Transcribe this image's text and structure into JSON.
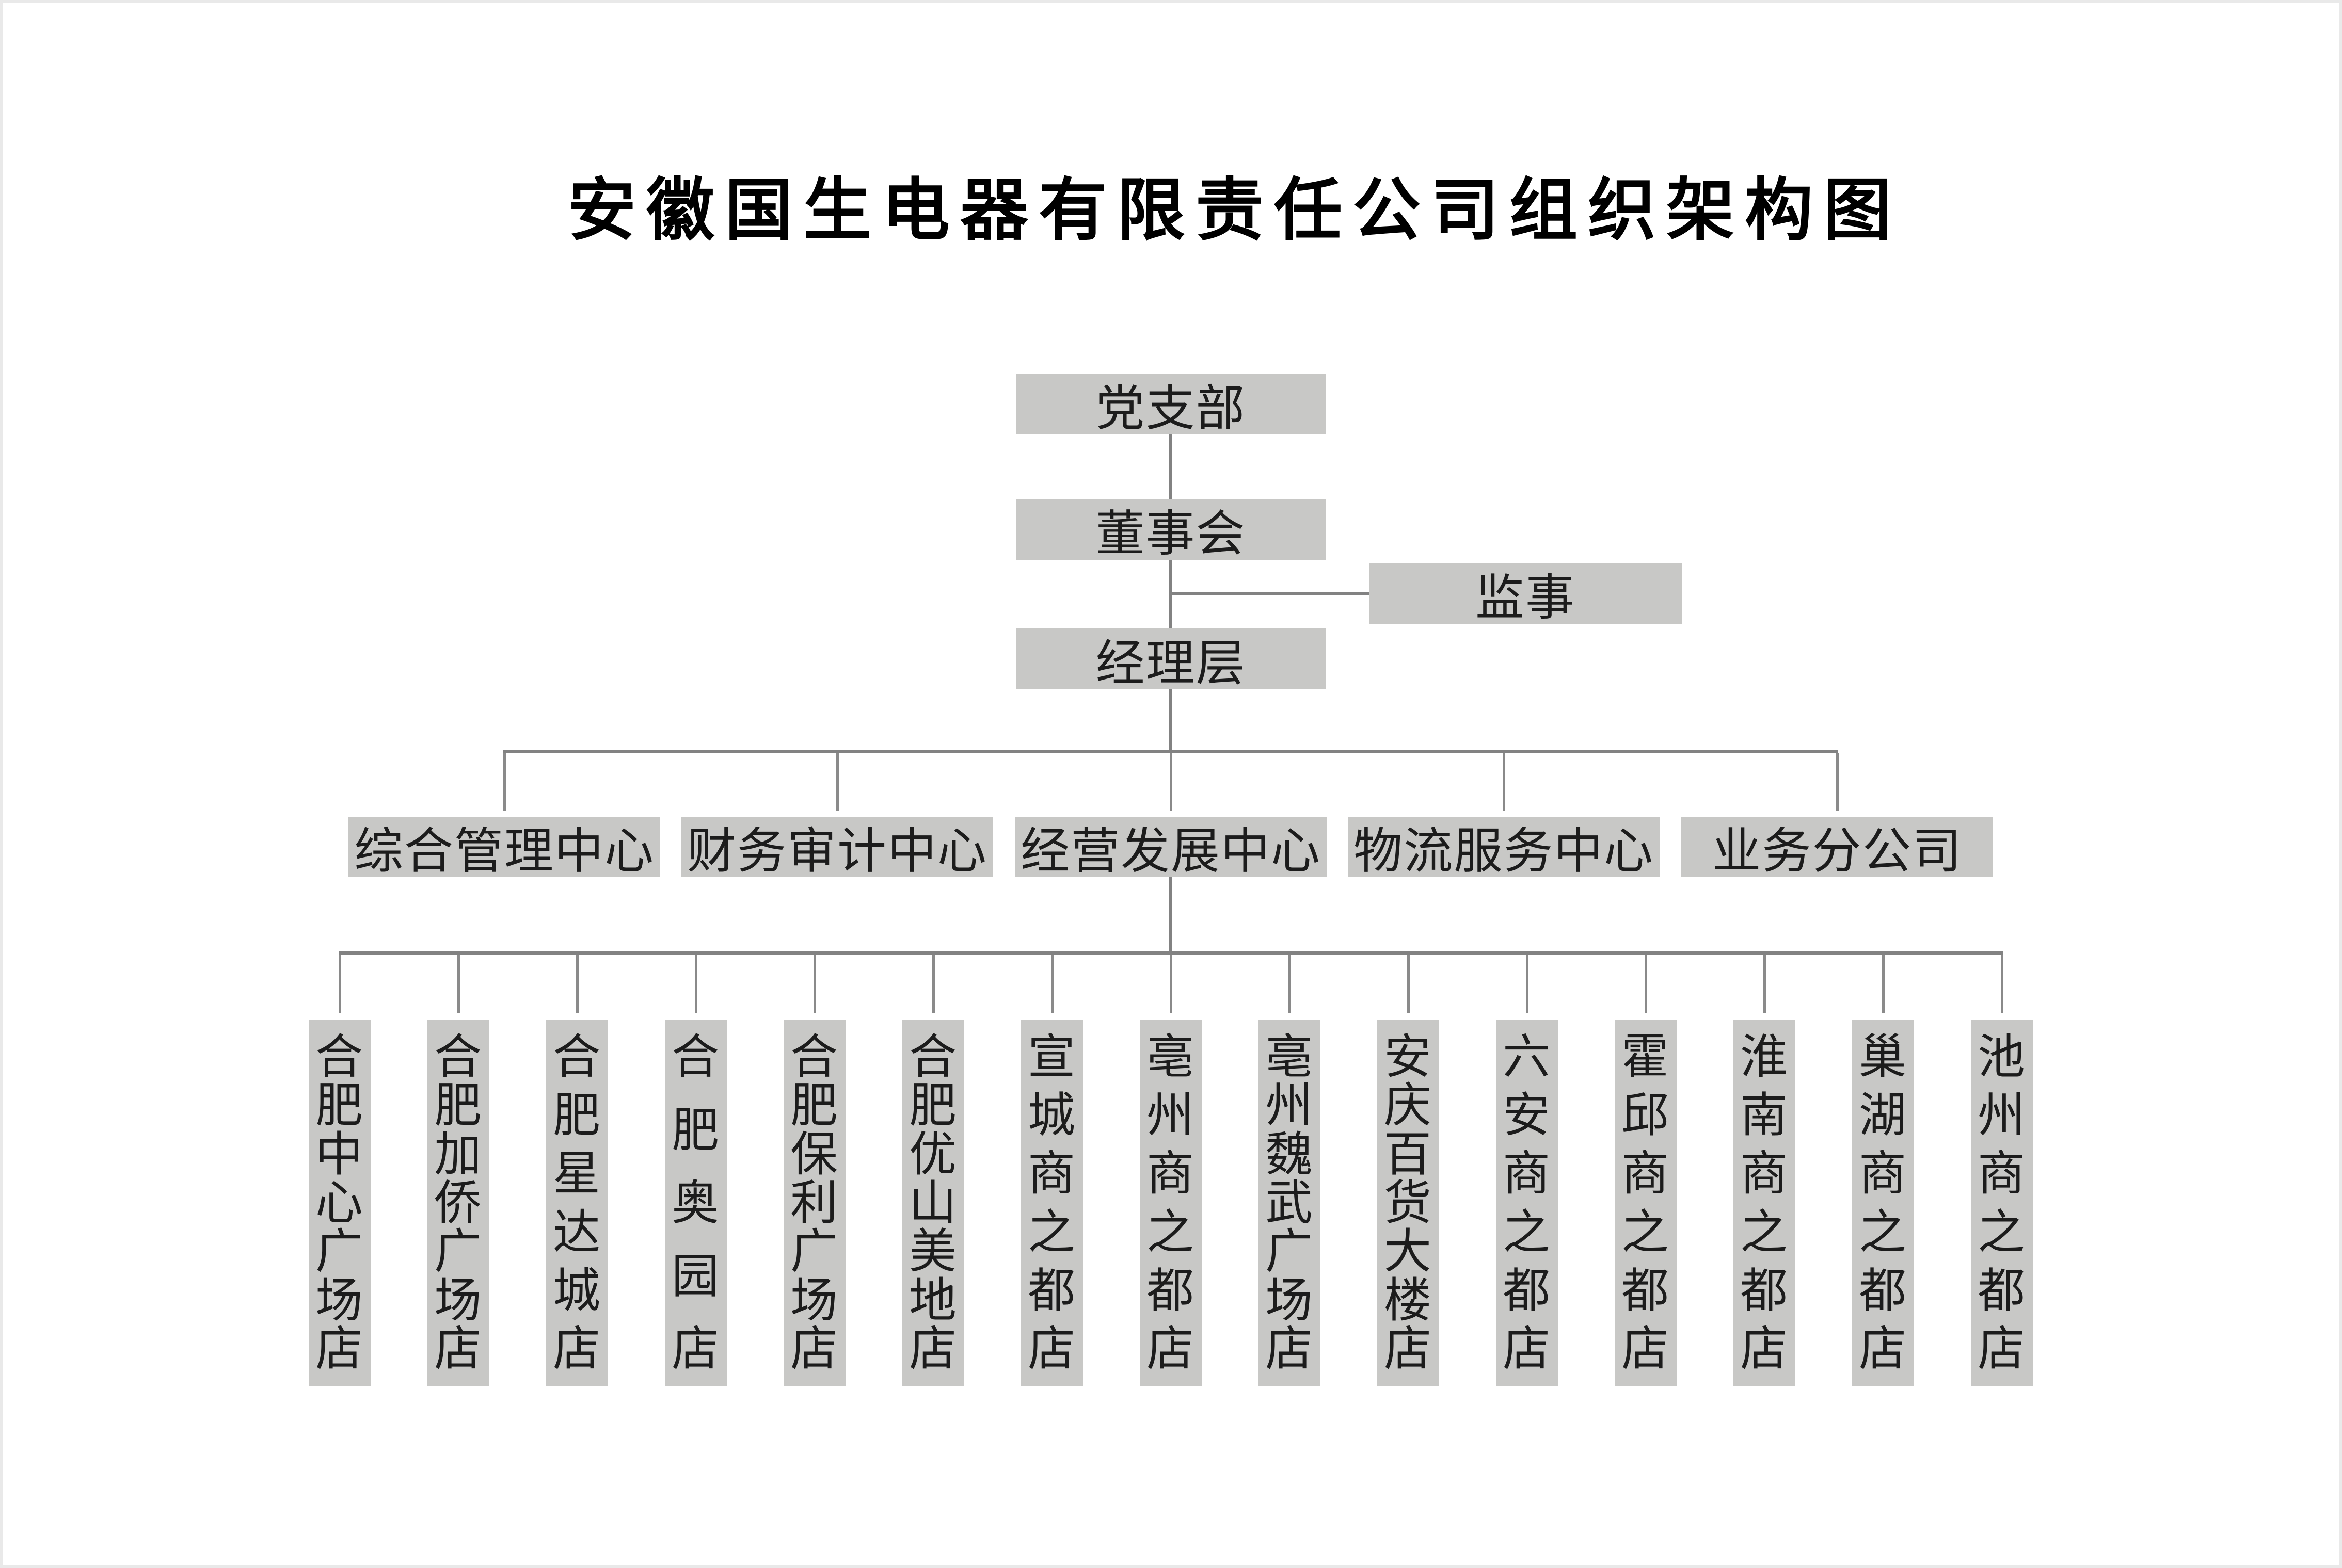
{
  "title": "安徽国生电器有限责任公司组织架构图",
  "nodes": {
    "party_branch": "党支部",
    "board": "董事会",
    "supervisor": "监事",
    "management": "经理层"
  },
  "centers": [
    "综合管理中心",
    "财务审计中心",
    "经营发展中心",
    "物流服务中心",
    "业务分公司"
  ],
  "stores": [
    "合肥中心广场店",
    "合肥加侨广场店",
    "合肥星达城店",
    "合肥奥园店",
    "合肥保利广场店",
    "合肥优山美地店",
    "宣城商之都店",
    "亳州商之都店",
    "亳州魏武广场店",
    "安庆百货大楼店",
    "六安商之都店",
    "霍邱商之都店",
    "淮南商之都店",
    "巢湖商之都店",
    "池州商之都店"
  ],
  "colors": {
    "background": "#ffffff",
    "node_fill": "#c8c8c6",
    "line": "#828282",
    "text": "#1c1c1c",
    "title_text": "#000000"
  }
}
